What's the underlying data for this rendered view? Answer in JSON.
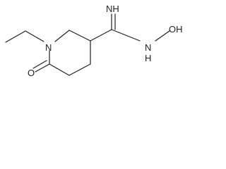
{
  "molecule": {
    "atoms": {
      "ring_nitrogen": "N",
      "imine": "NH",
      "hydroxylamine": "N",
      "hydroxylamine_h": "H",
      "hydroxyl": "OH",
      "carbonyl_oxygen": "O"
    }
  }
}
